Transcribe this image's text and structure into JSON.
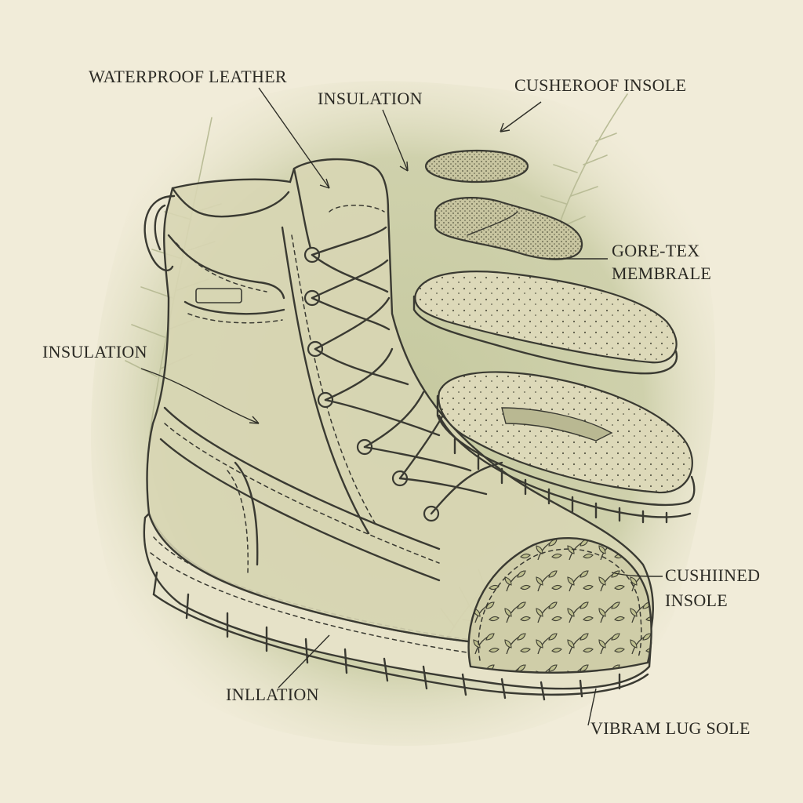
{
  "palette": {
    "paper": "#f1ecd9",
    "wash": "#c9cca4",
    "ink": "#3a3a32",
    "boot_fill": "#d8d6b4",
    "sole_fill": "#e6e2c8",
    "dot_fill": "#d6d2b0"
  },
  "labels": {
    "waterproof_leather": "WATERPROOF LEATHER",
    "insulation_top": "INSULATION",
    "cusheroof_insole": "CUSHEROOF INSOLE",
    "gore_tex_line1": "GORE-TEX",
    "gore_tex_line2": "MEMBRALE",
    "insulation_left": "INSULATION",
    "cushiined_line1": "CUSHIINED",
    "cushiined_line2": "INSOLE",
    "inllation": "INLLATION",
    "vibram_lug_sole": "VIBRAM LUG SOLE"
  },
  "icons": [
    "fern-leaf-icon",
    "arrow-icon"
  ]
}
